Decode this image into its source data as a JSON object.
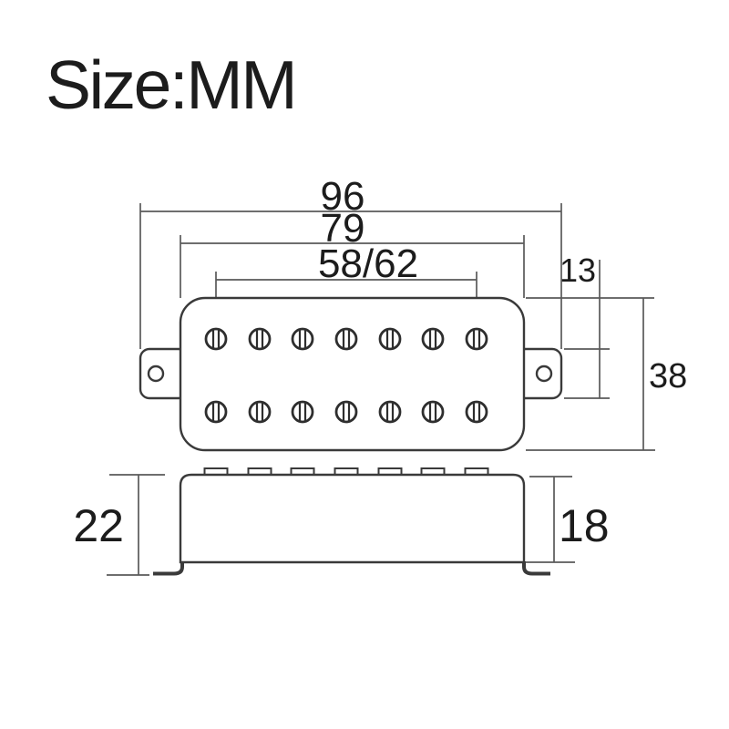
{
  "title": "Size:MM",
  "dimensions": {
    "overall_width_mm": "96",
    "cover_width_mm": "79",
    "pole_spacing_mm": "58/62",
    "mounting_tab_height_mm": "13",
    "body_height_mm": "38",
    "side_overall_height_mm": "22",
    "side_body_height_mm": "18"
  },
  "colors": {
    "background": "#ffffff",
    "outline": "#3a3a3a",
    "dimension_line": "#5a5a5a",
    "text": "#1c1c1c"
  }
}
